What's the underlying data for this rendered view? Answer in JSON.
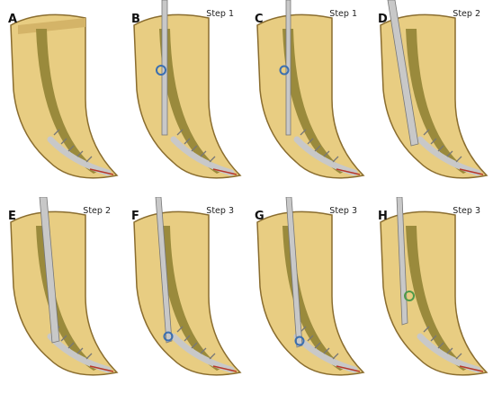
{
  "panels": [
    {
      "letter": "A",
      "step": ""
    },
    {
      "letter": "B",
      "step": "Step 1"
    },
    {
      "letter": "C",
      "step": "Step 1"
    },
    {
      "letter": "D",
      "step": "Step 2"
    },
    {
      "letter": "E",
      "step": "Step 2"
    },
    {
      "letter": "F",
      "step": "Step 3"
    },
    {
      "letter": "G",
      "step": "Step 3"
    },
    {
      "letter": "H",
      "step": "Step 3"
    }
  ],
  "colors": {
    "dentin": "#e8cd82",
    "dentin_dark": "#c9a85a",
    "canal": "#9a8a3c",
    "instrument": "#c8c8c8",
    "obturation_red": "#b8382a",
    "accent_blue": "#3b6fb0",
    "accent_green": "#4f9a4a"
  }
}
